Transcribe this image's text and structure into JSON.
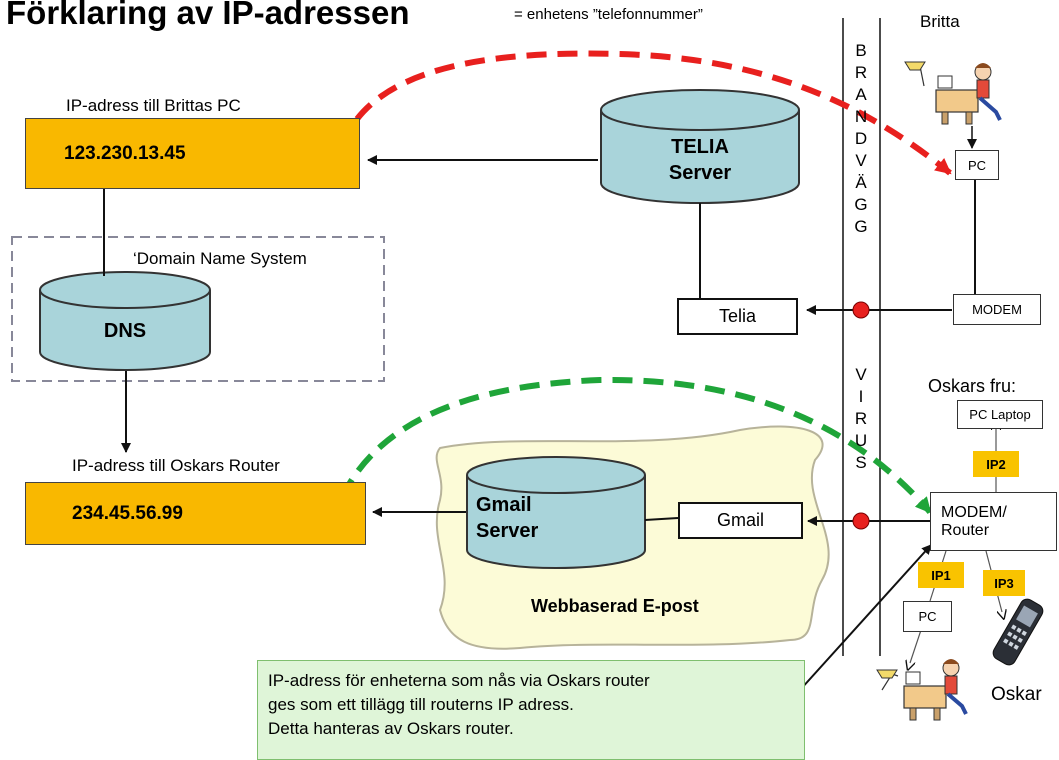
{
  "title": "Förklaring av IP-adressen",
  "subtitle": "= enhetens ”telefonnummer”",
  "britta": {
    "ip_caption": "IP-adress till Brittas PC",
    "ip_value": "123.230.13.45",
    "name": "Britta",
    "pc": "PC",
    "modem": "MODEM"
  },
  "telia": {
    "server_line1": "TELIA",
    "server_line2": "Server",
    "box": "Telia"
  },
  "dns": {
    "area_label": "‘Domain Name System",
    "cylinder": "DNS"
  },
  "oskar": {
    "ip_caption": "IP-adress till Oskars Router",
    "ip_value": "234.45.56.99",
    "name": "Oskar",
    "wife": "Oskars fru:",
    "laptop": "PC Laptop",
    "router_line1": "MODEM/",
    "router_line2": "Router",
    "pc": "PC",
    "ip1": "IP1",
    "ip2": "IP2",
    "ip3": "IP3"
  },
  "gmail": {
    "server_line1": "Gmail",
    "server_line2": "Server",
    "box": "Gmail",
    "area_label": "Webbaserad E-post"
  },
  "firewall": {
    "top_word": "B\nR\nA\nN\nD\nV\nÄ\nG\nG",
    "bottom_word": "V\nI\nR\nU\nS"
  },
  "note": {
    "line1": "IP-adress för enheterna som nås via Oskars router",
    "line2": "ges som ett tillägg till routerns IP adress.",
    "line3": "Detta hanteras av Oskars router."
  },
  "colors": {
    "ip_box": "#f9b800",
    "cylinder": "#a9d4da",
    "cloud": "#fcfbd7",
    "red_arrow": "#e8201e",
    "green_arrow": "#1fa539",
    "note_bg": "#dff5d8"
  }
}
